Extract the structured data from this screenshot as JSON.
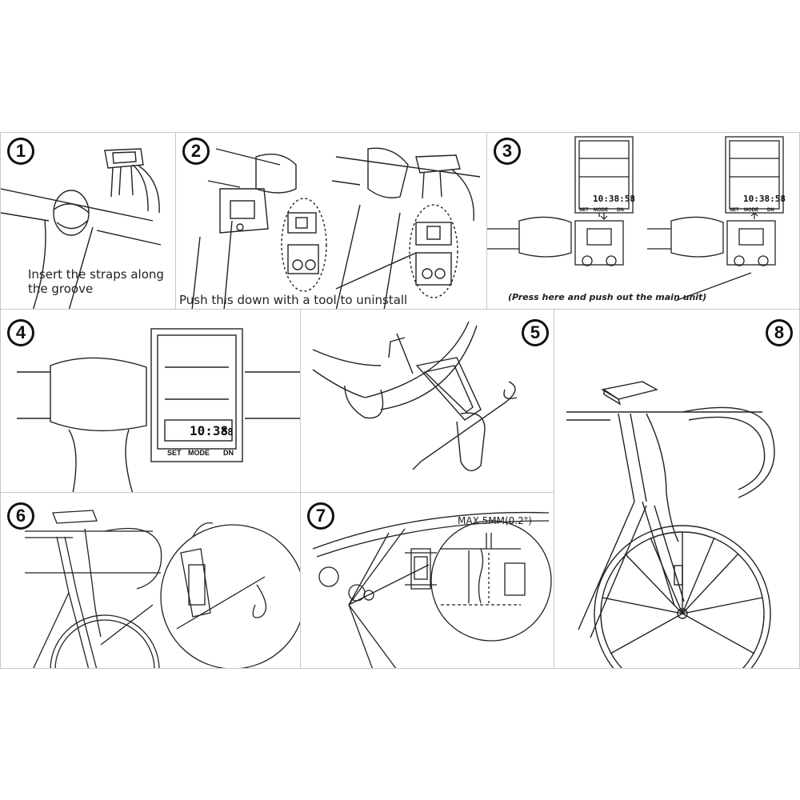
{
  "steps": [
    {
      "number": "1",
      "caption_line1": "Insert the straps along",
      "caption_line2": "the groove"
    },
    {
      "number": "2",
      "caption": "Push this down with a tool to uninstall"
    },
    {
      "number": "3",
      "caption": "(Press here and push out the main unit)"
    },
    {
      "number": "4"
    },
    {
      "number": "5"
    },
    {
      "number": "6"
    },
    {
      "number": "7",
      "caption": "MAX 5MM(0.2\")"
    },
    {
      "number": "8"
    }
  ],
  "display": {
    "time": "10:38:58",
    "time_main": "10:38",
    "time_sec": "58",
    "buttons": [
      "SET",
      "MODE",
      "DN"
    ]
  },
  "colors": {
    "line": "#222222",
    "panel_border": "#c8c8c8"
  }
}
